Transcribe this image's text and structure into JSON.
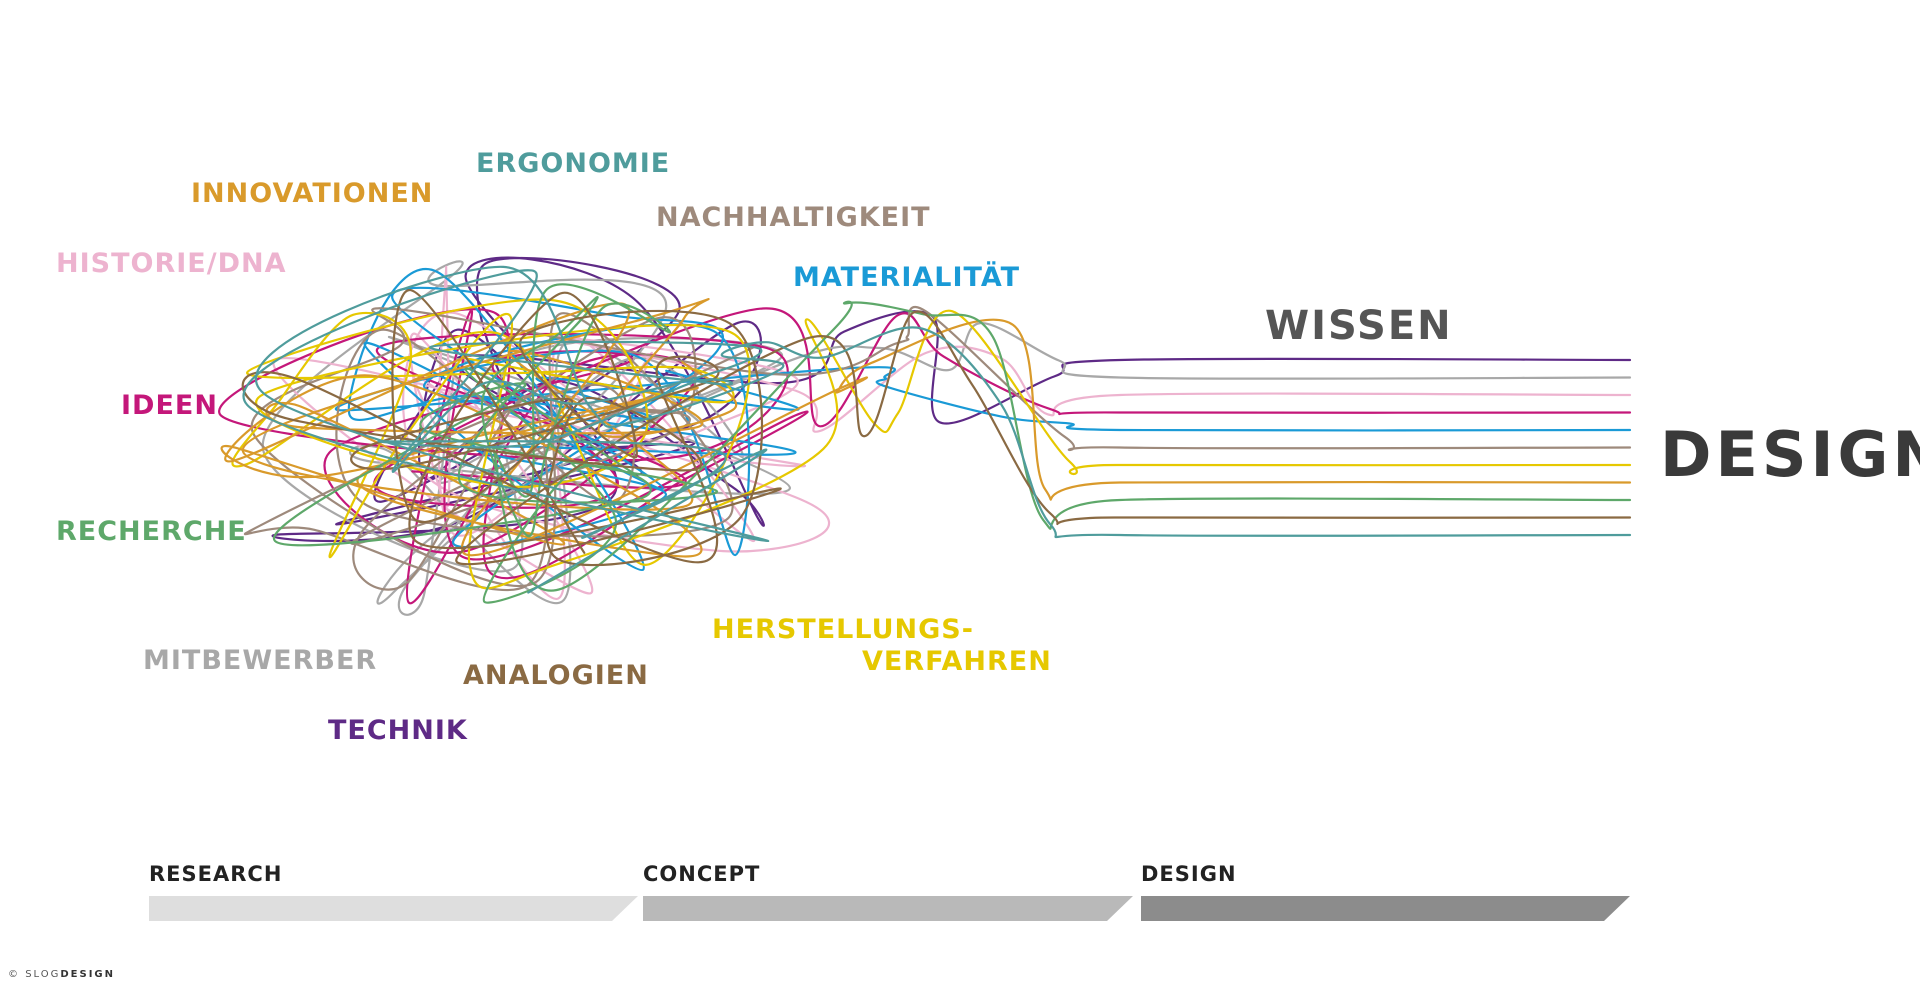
{
  "labels": {
    "innovationen": "INNOVATIONEN",
    "ergonomie": "ERGONOMIE",
    "nachhaltigkeit": "NACHHALTIGKEIT",
    "historie": "HISTORIE/DNA",
    "materialitaet": "MATERIALITÄT",
    "ideen": "IDEEN",
    "recherche": "RECHERCHE",
    "mitbewerber": "MITBEWERBER",
    "analogien": "ANALOGIEN",
    "technik": "TECHNIK",
    "herstellungs_1": "HERSTELLUNGS-",
    "herstellungs_2": "VERFAHREN",
    "wissen": "WISSEN",
    "design": "DESIGN"
  },
  "phases": [
    {
      "label": "RESEARCH",
      "color": "#dedede"
    },
    {
      "label": "CONCEPT",
      "color": "#b9b9b9"
    },
    {
      "label": "DESIGN",
      "color": "#8c8c8c"
    }
  ],
  "copyright": {
    "symbol": "©",
    "brand_light": "SLOG",
    "brand_bold": "DESIGN"
  },
  "colors": {
    "innovationen": "#d99a2b",
    "ergonomie": "#4f9c9c",
    "nachhaltigkeit": "#9e8a7c",
    "historie": "#edb3cf",
    "materialitaet": "#1a9ad6",
    "ideen": "#c4177a",
    "recherche": "#5ea86a",
    "mitbewerber": "#a8a8a8",
    "analogien": "#8a6a43",
    "technik": "#5e2a86",
    "herstellungsverfahren": "#e6c800",
    "wissen": "#555555",
    "design": "#3a3a3a"
  },
  "strands": [
    {
      "name": "technik",
      "color": "#5e2a86"
    },
    {
      "name": "mitbewerber",
      "color": "#a8a8a8"
    },
    {
      "name": "historie",
      "color": "#edb3cf"
    },
    {
      "name": "ideen",
      "color": "#c4177a"
    },
    {
      "name": "materialitaet",
      "color": "#1a9ad6"
    },
    {
      "name": "nachhaltigkeit",
      "color": "#9e8a7c"
    },
    {
      "name": "herstellungsverfahren",
      "color": "#e6c800"
    },
    {
      "name": "innovationen",
      "color": "#d99a2b"
    },
    {
      "name": "recherche",
      "color": "#5ea86a"
    },
    {
      "name": "analogien",
      "color": "#8a6a43"
    },
    {
      "name": "ergonomie",
      "color": "#4f9c9c"
    }
  ]
}
